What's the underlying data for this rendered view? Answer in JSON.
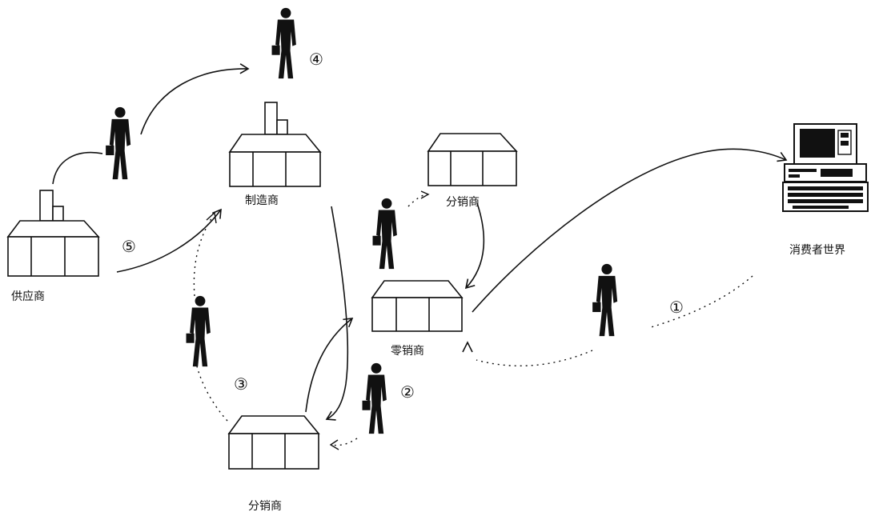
{
  "labels": {
    "supplier": "供应商",
    "manufacturer": "制造商",
    "distributor_top": "分销商",
    "retailer": "零销商",
    "distributor_bottom": "分销商",
    "consumer_world": "消费者世界"
  },
  "markers": {
    "m1": "①",
    "m2": "②",
    "m3": "③",
    "m4": "④",
    "m5": "⑤"
  },
  "icons": {
    "building": "warehouse-building-icon",
    "factory": "factory-building-icon",
    "person": "businessman-with-briefcase-icon",
    "computer": "desktop-computer-icon"
  },
  "colors": {
    "ink": "#111111",
    "paper": "#ffffff"
  }
}
